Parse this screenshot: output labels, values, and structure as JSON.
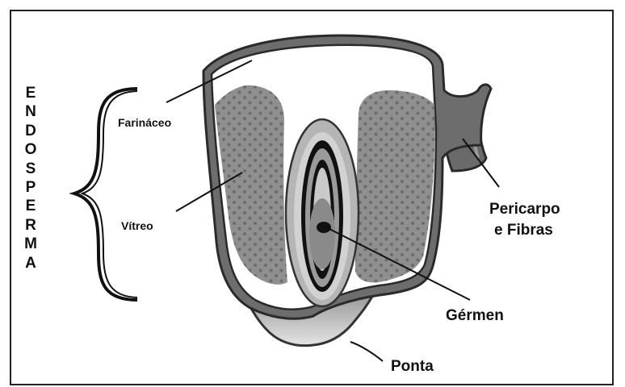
{
  "vertical_label": "ENDOSPERMA",
  "labels": {
    "farinaceo": "Farináceo",
    "vitreo": "Vítreo",
    "pericarpo_line1": "Pericarpo",
    "pericarpo_line2": "e Fibras",
    "germen": "Gérmen",
    "ponta": "Ponta"
  },
  "colors": {
    "outline": "#3a3a3a",
    "vitreous_fill": "#8f8f8f",
    "dots": "#6c6c6c",
    "germ_light": "#c9c9c9",
    "germ_mid": "#8a8a8a",
    "germ_dark": "#111111",
    "pericarp": "#6a6a6a",
    "tip": "#bdbdbd"
  }
}
